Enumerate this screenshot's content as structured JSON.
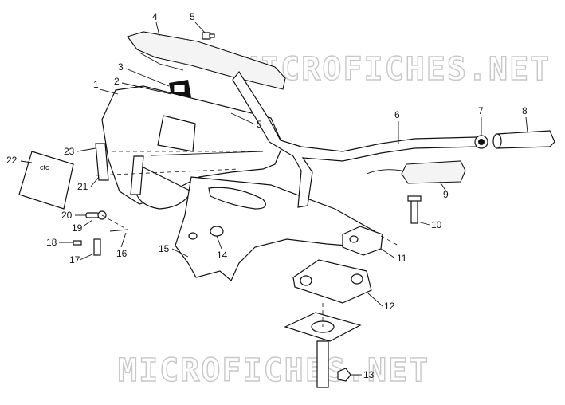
{
  "watermarks": [
    "MICROFICHES.NET",
    "MICROFICHES.NET"
  ],
  "decal_text": "ctc",
  "callouts": [
    {
      "id": "c1",
      "label": "1"
    },
    {
      "id": "c2",
      "label": "2"
    },
    {
      "id": "c3",
      "label": "3"
    },
    {
      "id": "c4",
      "label": "4"
    },
    {
      "id": "c5a",
      "label": "5"
    },
    {
      "id": "c5b",
      "label": "5"
    },
    {
      "id": "c6",
      "label": "6"
    },
    {
      "id": "c7",
      "label": "7"
    },
    {
      "id": "c8",
      "label": "8"
    },
    {
      "id": "c9",
      "label": "9"
    },
    {
      "id": "c10",
      "label": "10"
    },
    {
      "id": "c11",
      "label": "11"
    },
    {
      "id": "c12",
      "label": "12"
    },
    {
      "id": "c13",
      "label": "13"
    },
    {
      "id": "c14",
      "label": "14"
    },
    {
      "id": "c15",
      "label": "15"
    },
    {
      "id": "c16",
      "label": "16"
    },
    {
      "id": "c17",
      "label": "17"
    },
    {
      "id": "c18",
      "label": "18"
    },
    {
      "id": "c19",
      "label": "19"
    },
    {
      "id": "c20",
      "label": "20"
    },
    {
      "id": "c21",
      "label": "21"
    },
    {
      "id": "c22",
      "label": "22"
    },
    {
      "id": "c23",
      "label": "23"
    }
  ]
}
